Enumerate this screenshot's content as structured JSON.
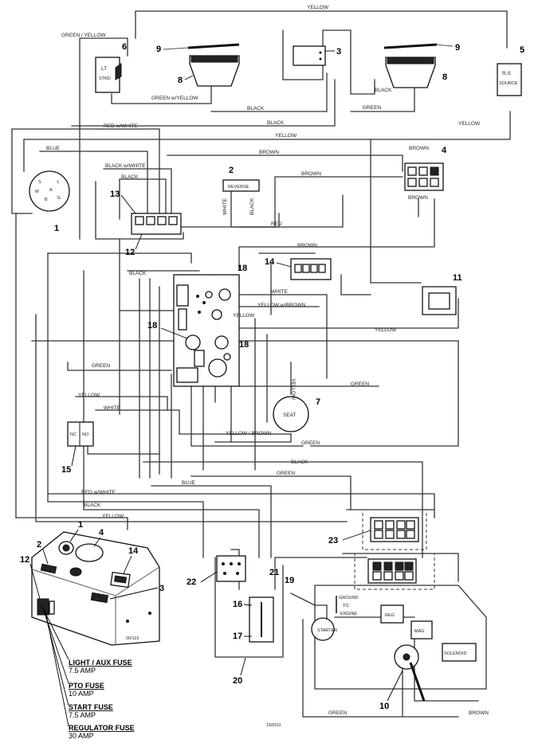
{
  "wire_labels": {
    "yellow": "YELLOW",
    "green_yellow": "GREEN / YELLOW",
    "green_w_yellow": "GREEN w/YELLOW",
    "black": "BLACK",
    "green": "GREEN",
    "red_w_white": "RED w/WHITE",
    "blue": "BLUE",
    "brown": "BROWN",
    "black_w_white": "BLACK w/WHITE",
    "white": "WHITE",
    "red": "RED",
    "yellow_w_brown": "YELLOW w/BROWN",
    "yellow_slash_brown": "YELLOW / BROWN"
  },
  "component_text": {
    "light_switch": "LT",
    "light_switch_sub": "STRD",
    "right_switch": "R.S",
    "right_switch_sub": "SOURCE",
    "module": "REVERSE",
    "seat": "SEAT",
    "relay_nc": "NC",
    "relay_no": "NO",
    "ground": "GROUND",
    "ground_to": "TO",
    "engine": "ENGINE",
    "starter": "STARTER",
    "reg": "REG",
    "mag": "MAG",
    "solenoid": "SOLENOID",
    "ign_s": "S",
    "ign_m": "M",
    "ign_b": "B",
    "ign_g": "G",
    "ign_l": "L",
    "ign_a": "A",
    "box_code": "00/115"
  },
  "callouts": [
    "1",
    "2",
    "3",
    "4",
    "5",
    "6",
    "7",
    "8",
    "9",
    "10",
    "11",
    "12",
    "13",
    "14",
    "15",
    "16",
    "17",
    "18",
    "19",
    "20",
    "21",
    "22",
    "23"
  ],
  "fuses": [
    {
      "name": "LIGHT / AUX FUSE",
      "rating": "7.5 AMP"
    },
    {
      "name": "PTO FUSE",
      "rating": "10 AMP"
    },
    {
      "name": "START FUSE",
      "rating": "7.5 AMP"
    },
    {
      "name": "REGULATOR FUSE",
      "rating": "30 AMP"
    }
  ],
  "drawing_number": "150010"
}
